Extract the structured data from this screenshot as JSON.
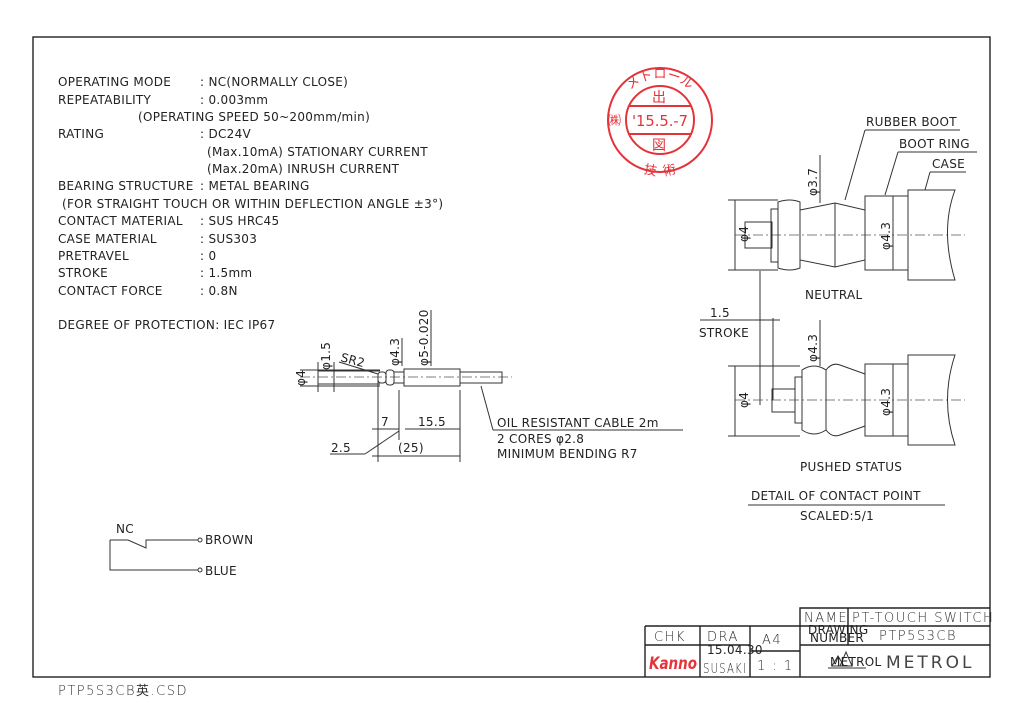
{
  "specs": [
    {
      "label": "OPERATING MODE",
      "value": ": NC(NORMALLY CLOSE)"
    },
    {
      "label": "REPEATABILITY",
      "value": ": 0.003mm"
    },
    {
      "label": "",
      "value": "(OPERATING SPEED  50~200mm/min)"
    },
    {
      "label": "RATING",
      "value": ": DC24V"
    },
    {
      "label": "",
      "value": "(Max.10mA) STATIONARY CURRENT"
    },
    {
      "label": "",
      "value": "(Max.20mA) INRUSH CURRENT"
    },
    {
      "label": "BEARING STRUCTURE",
      "value": ": METAL BEARING"
    },
    {
      "label": "",
      "value": "(FOR STRAIGHT TOUCH OR WITHIN DEFLECTION ANGLE ±3°)"
    },
    {
      "label": "CONTACT MATERIAL",
      "value": ": SUS HRC45"
    },
    {
      "label": "CASE MATERIAL",
      "value": ": SUS303"
    },
    {
      "label": "PRETRAVEL",
      "value": ": 0"
    },
    {
      "label": "STROKE",
      "value": ": 1.5mm"
    },
    {
      "label": "CONTACT FORCE",
      "value": ": 0.8N"
    }
  ],
  "protection": "DEGREE OF PROTECTION: IEC IP67",
  "outline": {
    "d_probe": "φ4",
    "d_tip": "φ1.5",
    "sr": "SR2",
    "d_neck": "φ4.3",
    "d_body": "φ5-0.020",
    "dim_7": "7",
    "dim_15_5": "15.5",
    "dim_2_5": "2.5",
    "dim_25": "(25)",
    "cable_1": "OIL RESISTANT CABLE 2m",
    "cable_2": "2 CORES φ2.8",
    "cable_3": "MINIMUM BENDING R7"
  },
  "detail": {
    "rubber_boot": "RUBBER BOOT",
    "boot_ring": "BOOT RING",
    "case": "CASE",
    "d37": "φ3.7",
    "d4": "φ4",
    "d43": "φ4.3",
    "neutral": "NEUTRAL",
    "stroke_val": "1.5",
    "stroke": "STROKE",
    "pushed": "PUSHED STATUS",
    "title": "DETAIL OF CONTACT POINT",
    "scale": "SCALED:5/1"
  },
  "circuit": {
    "nc": "NC",
    "brown": "BROWN",
    "blue": "BLUE"
  },
  "stamp": {
    "top": "メトロール",
    "mid1": "出",
    "date": "'15.5.-7",
    "mid2": "図",
    "bottom": "技 術",
    "left": "㈱"
  },
  "title_block": {
    "name_label": "NAME",
    "name_value": "PT-TOUCH SWITCH",
    "drawing_label_1": "DRAWING",
    "drawing_label_2": "NUMBER",
    "drawing_number": "PTP5S3CB",
    "chk": "CHK",
    "dra": "DRA",
    "size": "A4",
    "checker": "Kanno",
    "date": "15.04.30",
    "drafter": "SUSAKI",
    "scale": "1 : 1",
    "logo_text": "METROL",
    "company": "METROL"
  },
  "filename": "PTP5S3CB英.CSD",
  "colors": {
    "stamp": "#e5333a",
    "line": "#333333"
  }
}
